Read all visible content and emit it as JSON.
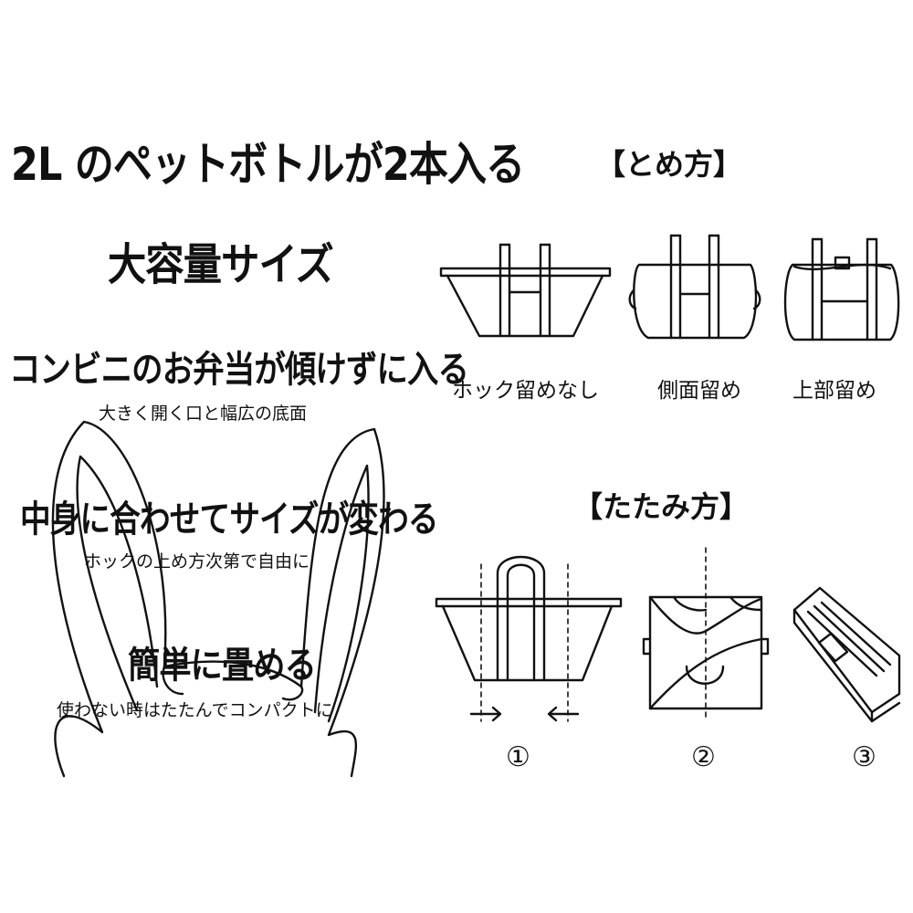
{
  "left_panel": {
    "headline_1": "2L のペットボトルが2本入る",
    "headline_2": "大容量サイズ",
    "feature_1": {
      "title": "コンビニのお弁当が傾けずに入る",
      "sub": "大きく開く口と幅広の底面"
    },
    "feature_2": {
      "title": "中身に合わせてサイズが変わる",
      "sub": "ホックの上め方次第で自由に"
    },
    "feature_3": {
      "title": "簡単に畳める",
      "sub": "使わない時はたたんでコンパクトに"
    }
  },
  "fastening": {
    "title": "【とめ方】",
    "options": [
      "ホック留めなし",
      "側面留め",
      "上部留め"
    ]
  },
  "folding": {
    "title": "【たたみ方】",
    "steps": [
      "①",
      "②",
      "③"
    ]
  },
  "colors": {
    "line": "#111111",
    "background": "#ffffff"
  },
  "icons": [
    "rabbit-ears-outline",
    "bag-open-icon",
    "bag-side-snap-icon",
    "bag-top-snap-icon",
    "fold-guide-icon",
    "folded-square-icon",
    "rolled-bag-icon"
  ]
}
